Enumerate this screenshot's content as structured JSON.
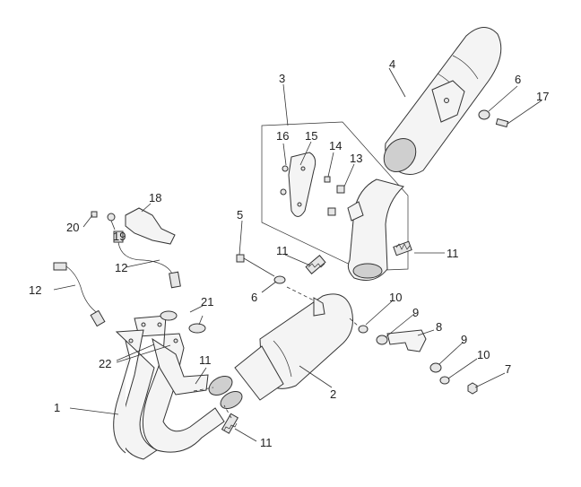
{
  "callouts": {
    "c1": "1",
    "c2": "2",
    "c3": "3",
    "c4": "4",
    "c5": "5",
    "c6a": "6",
    "c6b": "6",
    "c7": "7",
    "c8": "8",
    "c9a": "9",
    "c9b": "9",
    "c10a": "10",
    "c10b": "10",
    "c11a": "11",
    "c11b": "11",
    "c11c": "11",
    "c11d": "11",
    "c12a": "12",
    "c12b": "12",
    "c13": "13",
    "c14": "14",
    "c15": "15",
    "c16": "16",
    "c17": "17",
    "c18": "18",
    "c19": "19",
    "c20": "20",
    "c21": "21",
    "c22": "22"
  }
}
